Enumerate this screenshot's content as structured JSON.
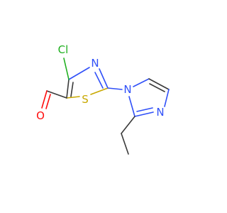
{
  "atoms": {
    "chlorine": "Cl",
    "thiazole_nitrogen": "N",
    "sulfur": "S",
    "imidazole_n1": "N",
    "imidazole_n3": "N",
    "oxygen": "O"
  },
  "colors": {
    "bond": "#3a3a3a",
    "nitrogen": "#3050f8",
    "sulfur": "#c8a800",
    "oxygen": "#ff0d0d",
    "chlorine": "#1fb01f",
    "background": "#ffffff"
  }
}
